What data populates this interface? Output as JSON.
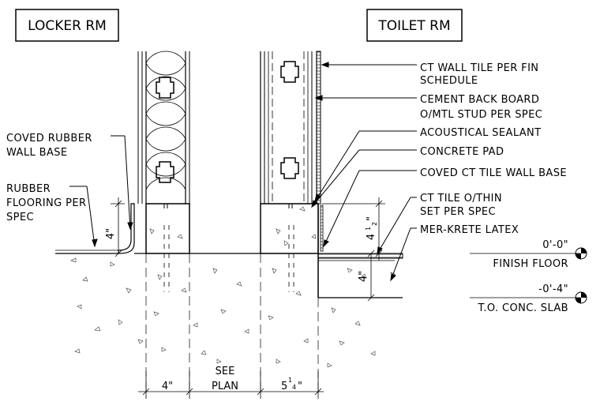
{
  "rooms": {
    "left": "LOCKER RM",
    "right": "TOILET RM"
  },
  "notes_right": {
    "ct_wall_tile_1": "CT WALL TILE PER FIN",
    "ct_wall_tile_2": "SCHEDULE",
    "cement_board_1": "CEMENT BACK BOARD",
    "cement_board_2": "O/MTL STUD PER SPEC",
    "acoustical_sealant": "ACOUSTICAL SEALANT",
    "concrete_pad": "CONCRETE PAD",
    "coved_ct_base": "COVED CT TILE WALL BASE",
    "ct_tile_thin_1": "CT TILE O/THIN",
    "ct_tile_thin_2": "SET PER SPEC",
    "mer_krete": "MER-KRETE LATEX"
  },
  "notes_left": {
    "coved_rubber_1": "COVED RUBBER",
    "coved_rubber_2": "WALL BASE",
    "rubber_flooring_1": "RUBBER",
    "rubber_flooring_2": "FLOORING PER",
    "rubber_flooring_3": "SPEC"
  },
  "elevations": {
    "finish_floor_value": "0'-0\"",
    "finish_floor_label": "FINISH FLOOR",
    "slab_value": "-0'-4\"",
    "slab_label": "T.O. CONC. SLAB"
  },
  "dimensions": {
    "left_base_height": "4\"",
    "pad_height_whole": "4",
    "pad_height_frac_num": "1",
    "pad_height_frac_den": "2",
    "pad_height_unit": "\"",
    "slab_depth": "4\"",
    "bottom_left": "4\"",
    "bottom_mid_1": "SEE",
    "bottom_mid_2": "PLAN",
    "bottom_right_whole": "5",
    "bottom_right_num": "1",
    "bottom_right_den": "4",
    "bottom_right_unit": "\""
  },
  "icons": {
    "elevation_marker": "elevation-target-icon"
  }
}
